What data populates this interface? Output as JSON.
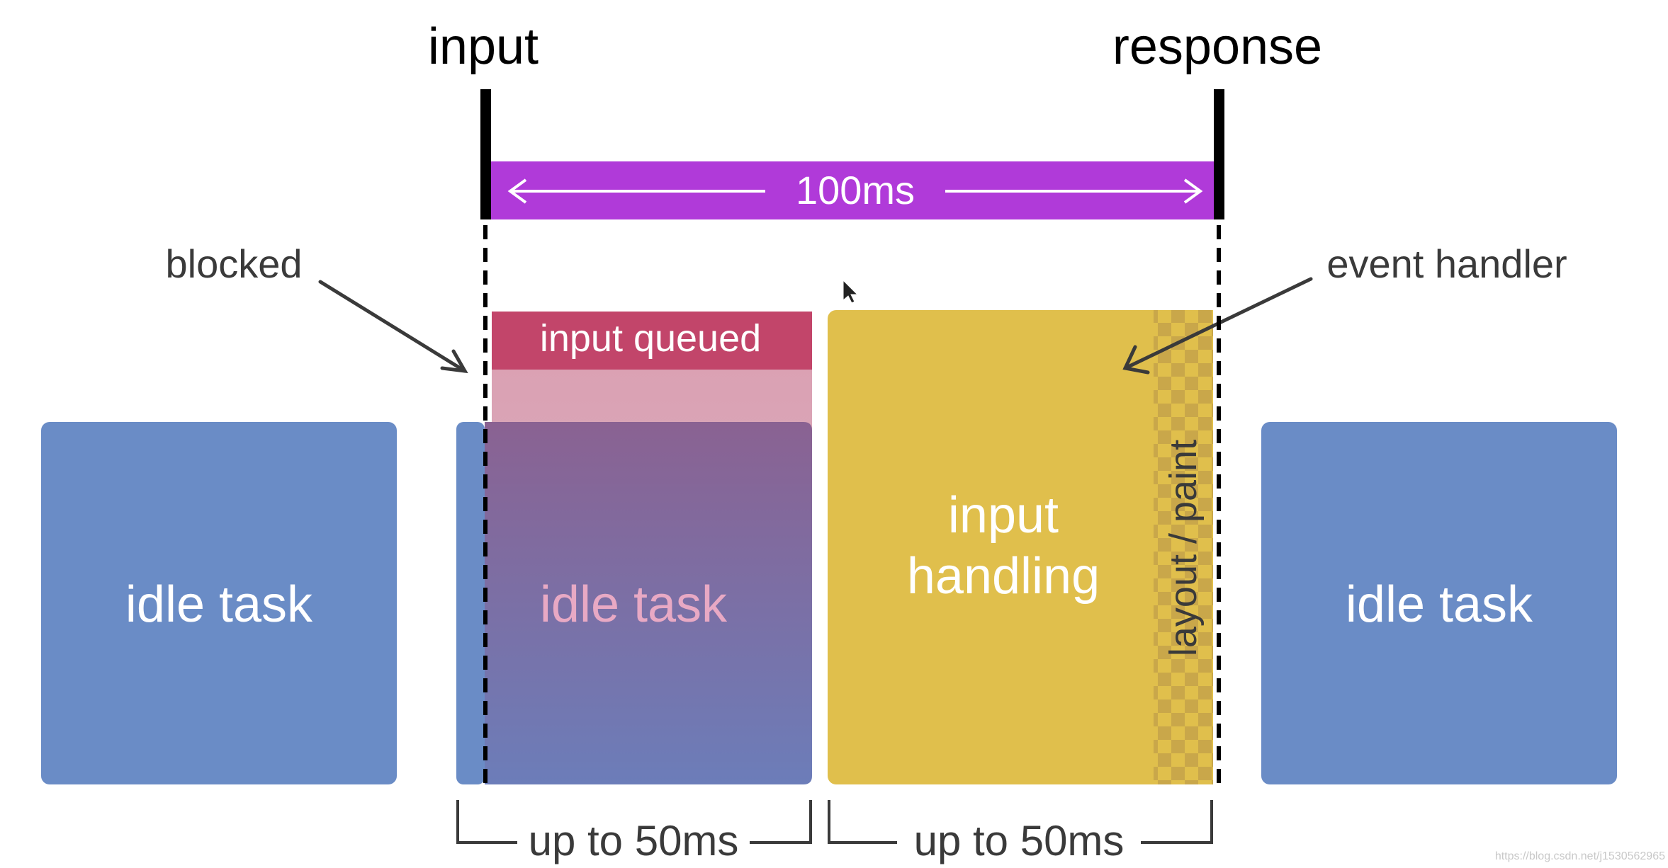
{
  "labels": {
    "input_marker": "input",
    "response_marker": "response",
    "duration": "100ms",
    "blocked": "blocked",
    "event_handler": "event handler",
    "input_queued": "input queued",
    "idle_task_1": "idle task",
    "idle_task_2": "idle task",
    "idle_task_3": "idle task",
    "input_handling_line1": "input",
    "input_handling_line2": "handling",
    "layout_paint": "layout / paint",
    "span_left": "up to 50ms",
    "span_right": "up to 50ms",
    "watermark": "https://blog.csdn.net/j1530562965"
  },
  "colors": {
    "idle_task": "#6a8cc6",
    "idle_task_blended_top": "#8a6292",
    "idle_task_blended_bottom": "#6c7db9",
    "input_queued": "#c2456a",
    "input_queued_fade": "#dba1b3",
    "input_handling": "#e0bf4c",
    "layout_paint_checker": "#c9a74a",
    "duration_bar": "#b03ad9",
    "marker": "#000000",
    "annotation": "#3a3a3a"
  }
}
